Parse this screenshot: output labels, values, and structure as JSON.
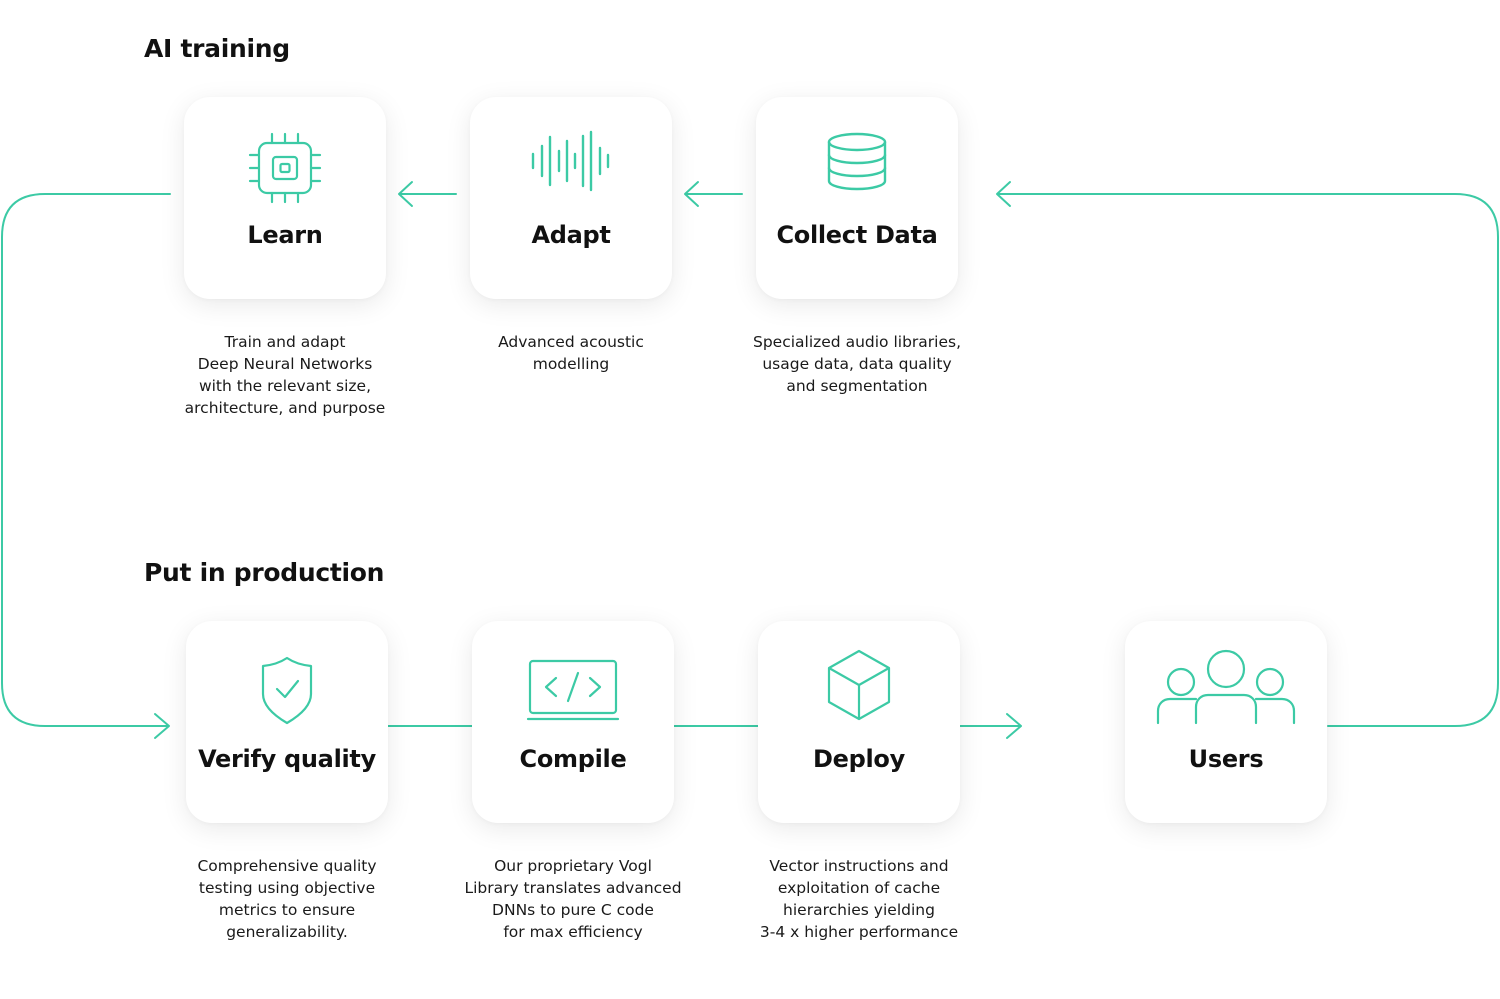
{
  "sections": {
    "training": "AI training",
    "production": "Put in production"
  },
  "colors": {
    "accent": "#3ccaa5",
    "text": "#111111",
    "card_bg": "#ffffff"
  },
  "steps": {
    "learn": {
      "label": "Learn",
      "icon": "chip-icon",
      "description": [
        "Train and adapt",
        "Deep Neural Networks",
        "with the relevant size,",
        "architecture, and purpose"
      ]
    },
    "adapt": {
      "label": "Adapt",
      "icon": "soundwave-icon",
      "description": [
        "Advanced acoustic",
        "modelling"
      ]
    },
    "collect": {
      "label": "Collect Data",
      "icon": "database-icon",
      "description": [
        "Specialized audio libraries,",
        "usage data, data quality",
        "and segmentation"
      ]
    },
    "verify": {
      "label": "Verify quality",
      "icon": "shield-check-icon",
      "description": [
        "Comprehensive quality",
        "testing using objective",
        "metrics to ensure",
        "generalizability."
      ]
    },
    "compile": {
      "label": "Compile",
      "icon": "code-laptop-icon",
      "description": [
        "Our proprietary Vogl",
        "Library translates advanced",
        "DNNs to pure C code",
        "for max efficiency"
      ]
    },
    "deploy": {
      "label": "Deploy",
      "icon": "cube-icon",
      "description": [
        "Vector instructions and",
        "exploitation of cache",
        "hierarchies yielding",
        "3-4 x higher performance"
      ]
    },
    "users": {
      "label": "Users",
      "icon": "users-icon"
    }
  }
}
